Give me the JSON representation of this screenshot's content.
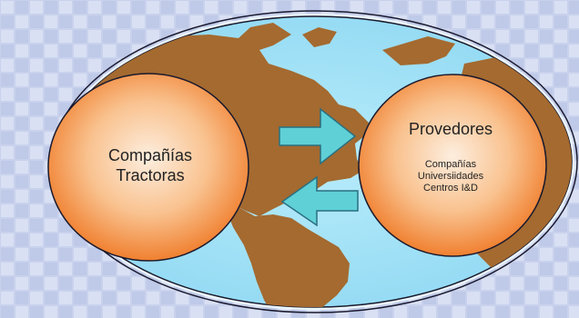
{
  "diagram": {
    "left_node": {
      "title": [
        "Compañías",
        "Tractoras"
      ]
    },
    "right_node": {
      "title": "Provedores",
      "items": [
        "Compañías",
        "Universiidades",
        "Centros I&D"
      ]
    },
    "arrows": [
      {
        "from": "left_node",
        "to": "right_node"
      },
      {
        "from": "right_node",
        "to": "left_node"
      }
    ]
  },
  "colors": {
    "background": "#c9d2ec",
    "tile_light": "#d9e0f4",
    "tile_dark": "#b9c4e6",
    "ocean": "#9fe0f6",
    "ocean_rim": "#e6f7fd",
    "land": "#a46a30",
    "node_fill_center": "#fdebd8",
    "node_fill_edge": "#f28a35",
    "arrow_fill": "#5fd0d6",
    "arrow_stroke": "#2a6f80",
    "outline": "#1a1a2e"
  }
}
